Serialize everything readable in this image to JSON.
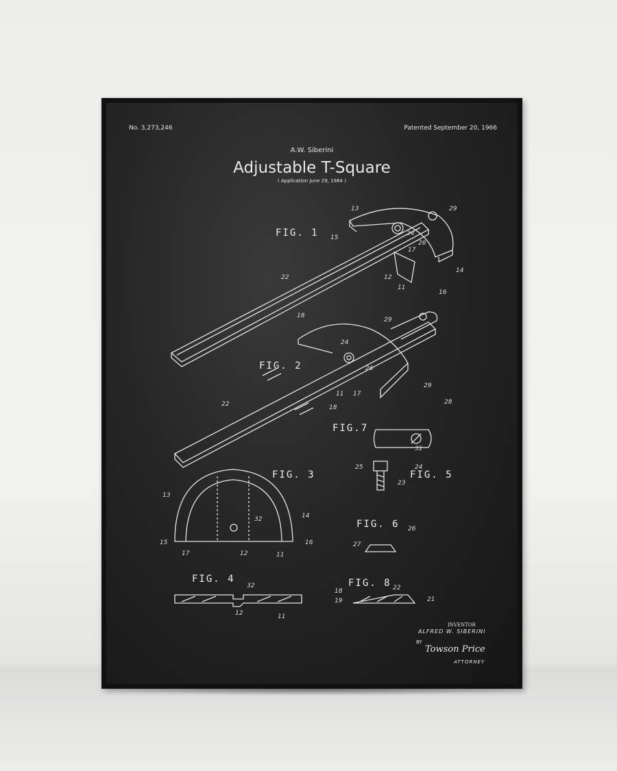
{
  "poster": {
    "patent_number": "No. 3,273,246",
    "patent_date": "Patented September 20, 1966",
    "inventor_name": "A.W. Siberini",
    "title": "Adjustable T-Square",
    "application": "( Application  June 29, 1964 )",
    "figures": [
      "FIG. 1",
      "FIG. 2",
      "FIG. 3",
      "FIG. 4",
      "FIG. 5",
      "FIG. 6",
      "FIG.7",
      "FIG. 8"
    ],
    "refs": [
      "13",
      "15",
      "29",
      "24",
      "26",
      "17",
      "12",
      "11",
      "16",
      "14",
      "22",
      "18",
      "29",
      "24",
      "26",
      "11",
      "17",
      "22",
      "18",
      "29",
      "28",
      "31",
      "25",
      "24",
      "23",
      "13",
      "32",
      "14",
      "15",
      "17",
      "12",
      "11",
      "16",
      "26",
      "27",
      "32",
      "12",
      "11",
      "18",
      "19",
      "22",
      "21"
    ],
    "signature": {
      "inventor_label": "INVENTOR",
      "inventor": "ALFRED  W. SIBERINI",
      "by": "BY",
      "attorney_signature": "Towson Price",
      "attorney_label": "ATTORNEY"
    }
  },
  "colors": {
    "board": "#1f1f1f",
    "frame": "#111111",
    "wall": "#efefed",
    "chalk": "#e8e8e8"
  }
}
